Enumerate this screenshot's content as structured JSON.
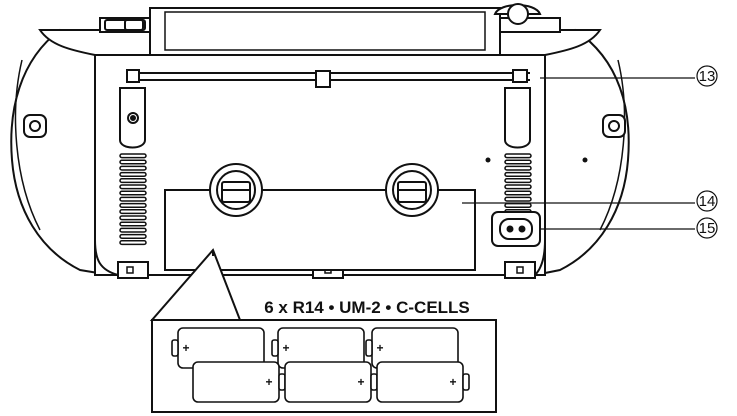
{
  "diagram": {
    "callouts": [
      {
        "id": "13",
        "label": "13"
      },
      {
        "id": "14",
        "label": "14"
      },
      {
        "id": "15",
        "label": "15"
      }
    ],
    "battery_spec": "6 x R14 • UM-2 • C-CELLS",
    "battery_cells": [
      {
        "polarity": "+"
      },
      {
        "polarity": "+"
      },
      {
        "polarity": "+"
      },
      {
        "polarity": "+"
      },
      {
        "polarity": "+"
      },
      {
        "polarity": "+"
      }
    ]
  }
}
